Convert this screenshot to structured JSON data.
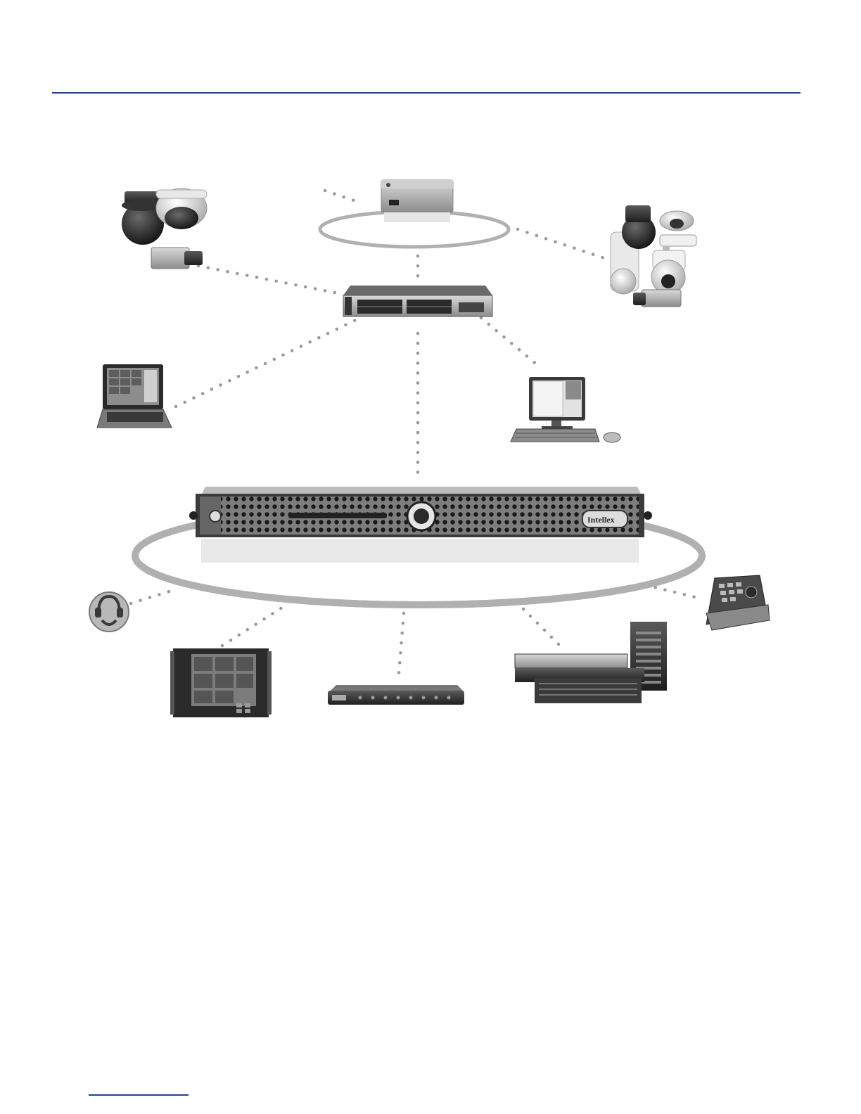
{
  "page": {
    "rule_color": "#1f3f8f",
    "background": "#ffffff"
  },
  "diagram": {
    "server_badge": "Intellex",
    "link_color": "#9a9a9a",
    "ring_color": "#b0b0b0",
    "nodes": [
      {
        "id": "analog-cameras",
        "icon": "camera-group-icon"
      },
      {
        "id": "video-encoder",
        "icon": "encoder-icon"
      },
      {
        "id": "ip-cameras",
        "icon": "camera-group-icon"
      },
      {
        "id": "network-switch",
        "icon": "switch-icon"
      },
      {
        "id": "laptop-client",
        "icon": "laptop-icon"
      },
      {
        "id": "workstation-client",
        "icon": "desktop-computer-icon"
      },
      {
        "id": "intellex-server",
        "icon": "rack-server-icon"
      },
      {
        "id": "audio",
        "icon": "headset-icon"
      },
      {
        "id": "monitor",
        "icon": "rack-monitor-icon"
      },
      {
        "id": "io-module",
        "icon": "rack-unit-icon"
      },
      {
        "id": "storage",
        "icon": "storage-array-icon"
      },
      {
        "id": "keyboard-controller",
        "icon": "ptz-keyboard-icon"
      }
    ]
  }
}
